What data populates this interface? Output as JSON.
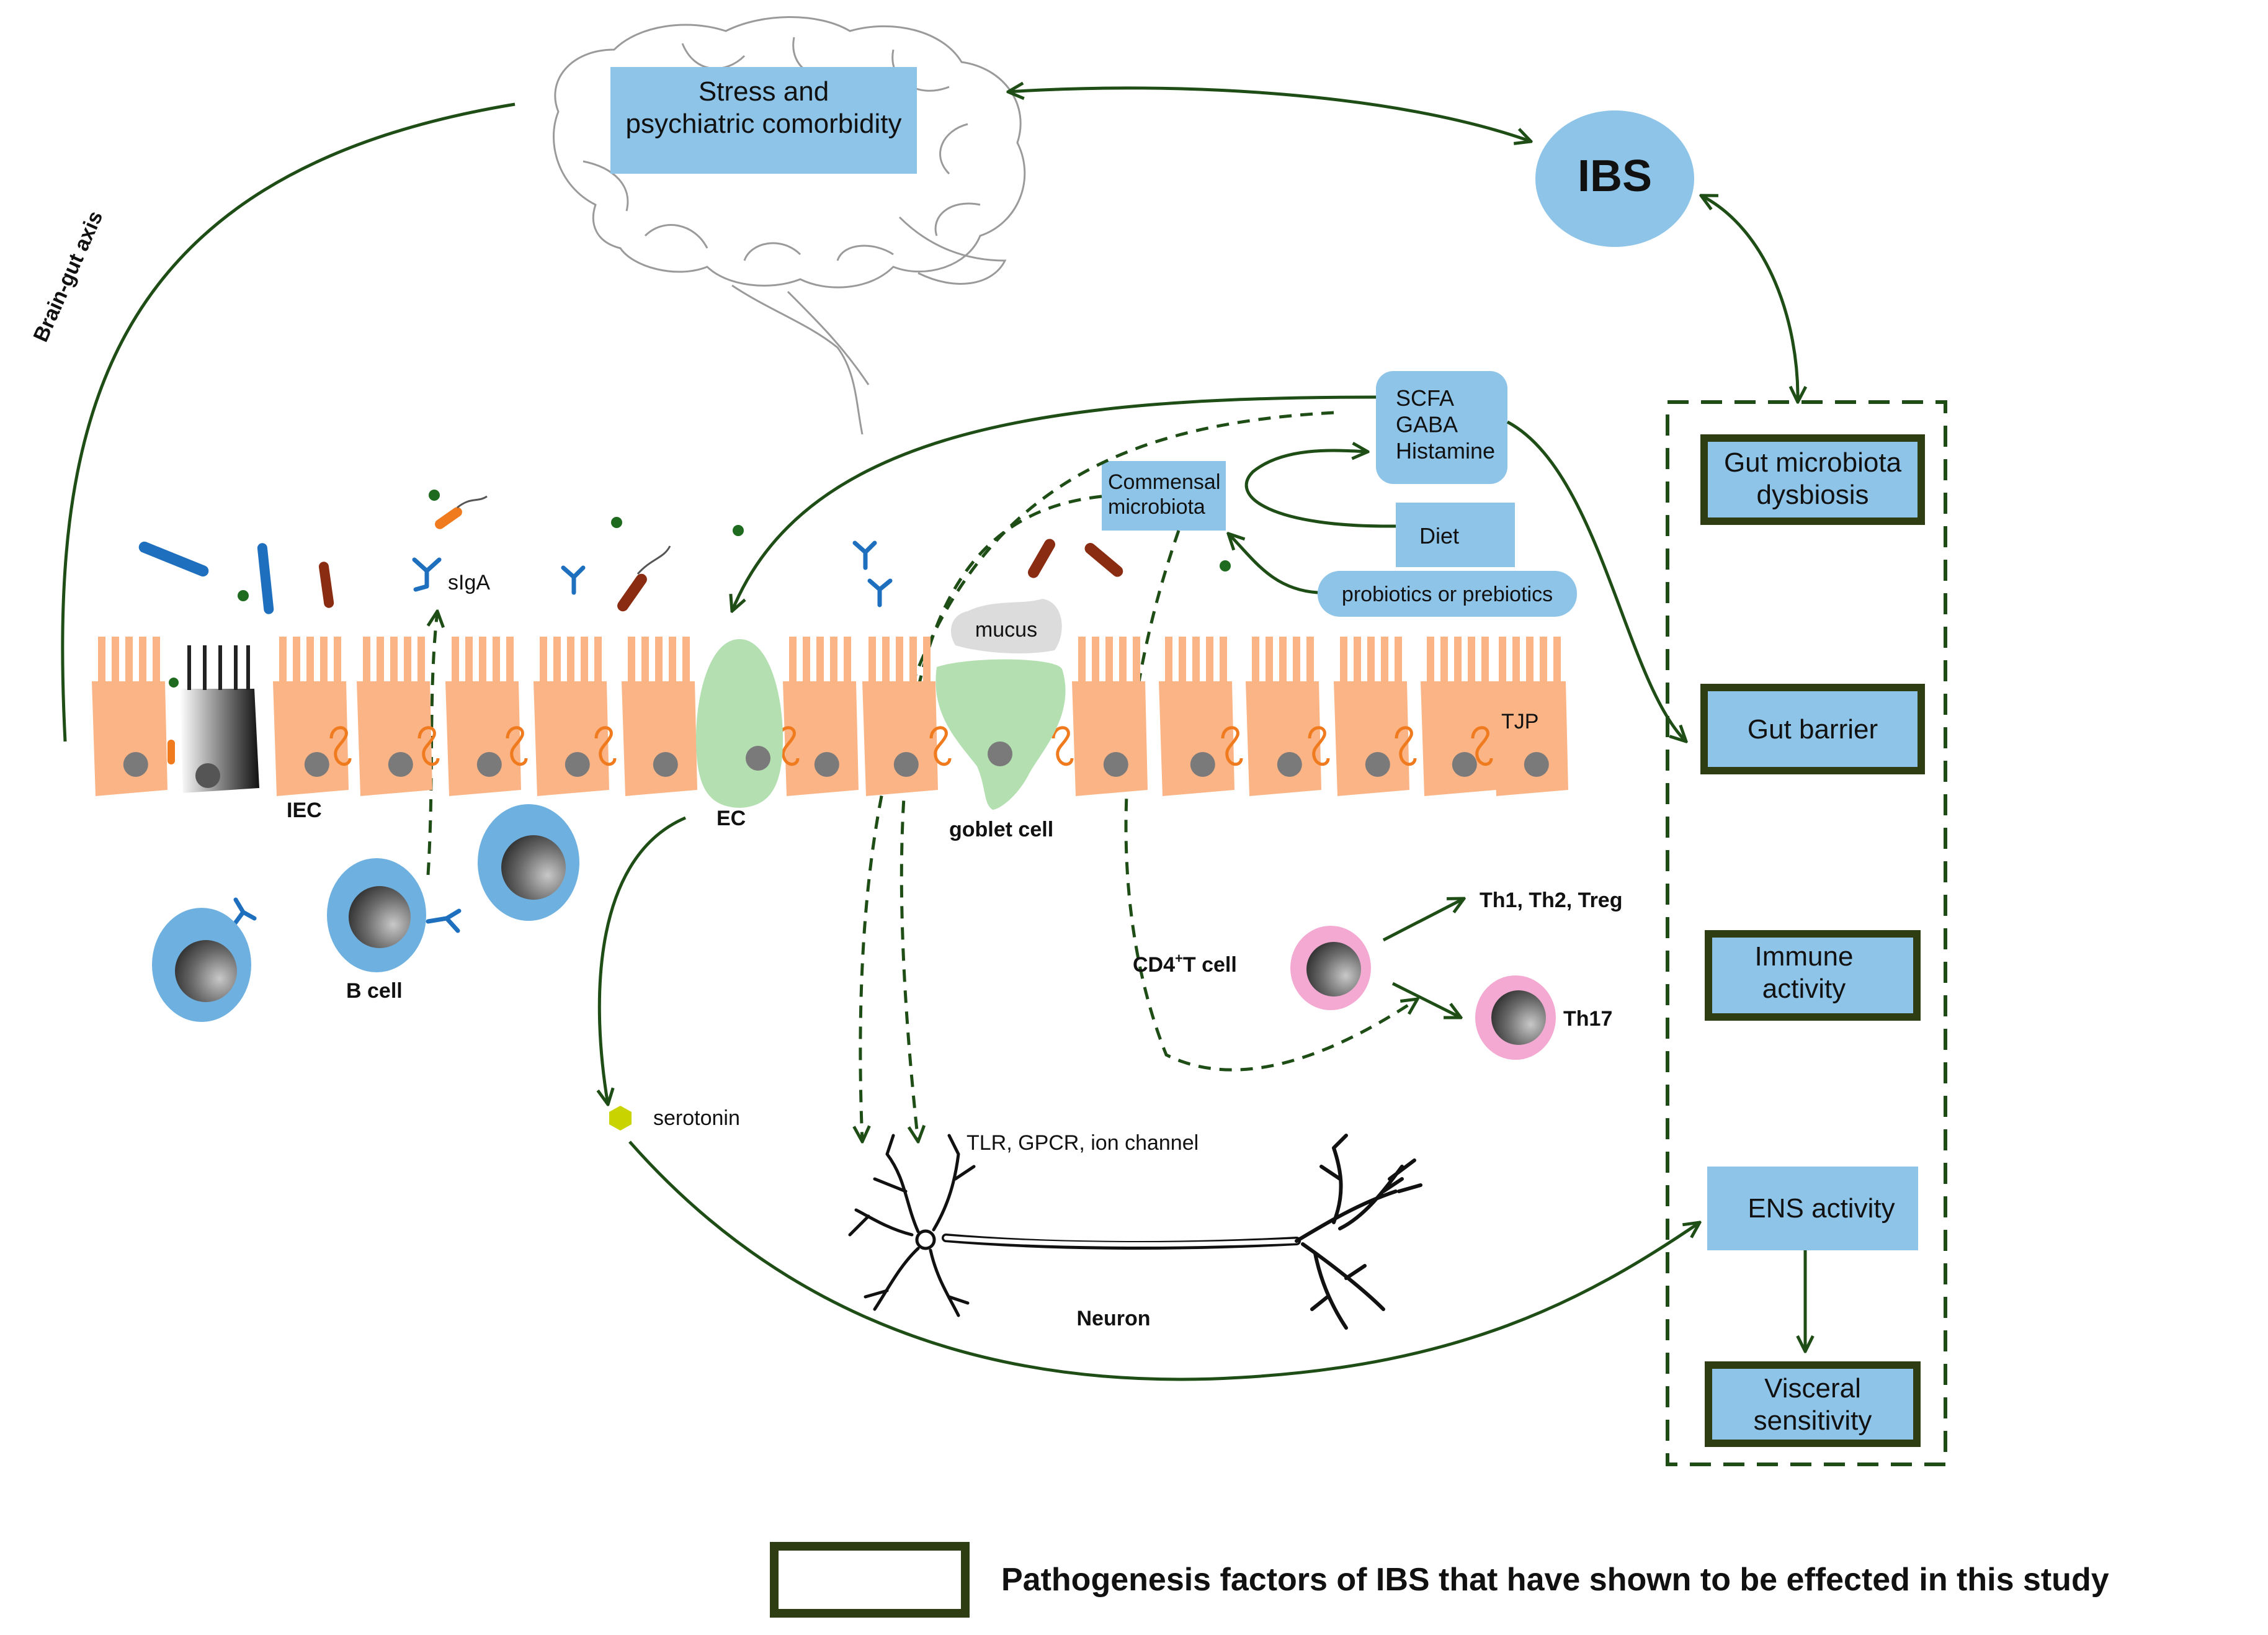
{
  "boxes": {
    "stress": "Stress and\npsychiatric comorbidity",
    "ibs": "IBS",
    "metabolites": "SCFA\nGABA\nHistamine",
    "commensal": "Commensal\nmicrobiota",
    "diet": "Diet",
    "probiotics": "probiotics or prebiotics",
    "mucus": "mucus"
  },
  "factors": {
    "dysbiosis": "Gut microbiota\ndysbiosis",
    "barrier": "Gut barrier",
    "immune": "Immune\nactivity",
    "ens": "ENS activity",
    "visceral": "Visceral\nsensitivity"
  },
  "labels": {
    "brain_gut_axis": "Brain-gut axis",
    "siga": "sIgA",
    "iec": "IEC",
    "ec": "EC",
    "goblet": "goblet cell",
    "tjp": "TJP",
    "bcell": "B cell",
    "serotonin": "serotonin",
    "receptors": "TLR, GPCR, ion channel",
    "neuron": "Neuron",
    "cd4_pre": "CD4",
    "cd4_sup": "+",
    "cd4_post": "T cell",
    "th_group": "Th1, Th2, Treg",
    "th17": "Th17"
  },
  "legend": {
    "text": "Pathogenesis factors of IBS that have shown to be effected in this study"
  },
  "colors": {
    "box_blue": "#8ec4e8",
    "cell_orange": "#fbb485",
    "ec_green": "#b4dfb1",
    "arrow_green": "#1e4d16",
    "factor_border": "#2f3d12",
    "bcell_blue": "#6eb1e1",
    "tcell_pink": "#f4a9d2"
  }
}
